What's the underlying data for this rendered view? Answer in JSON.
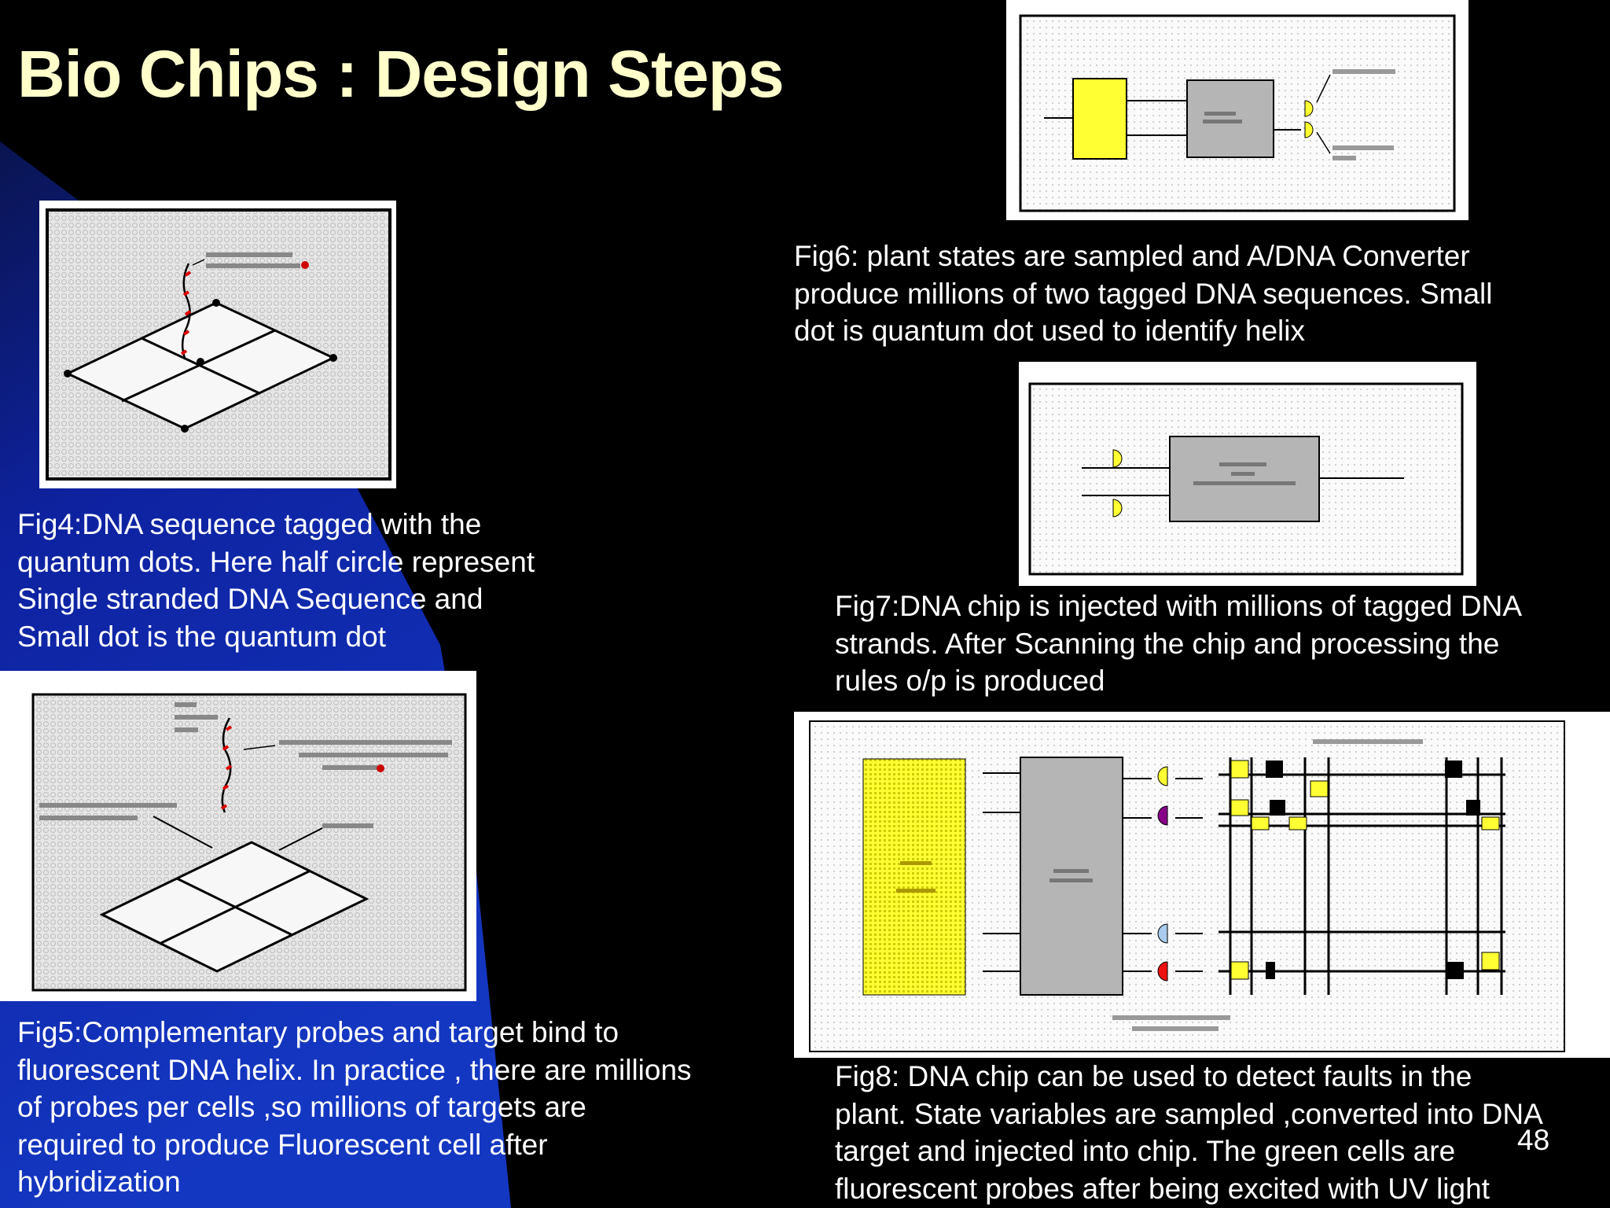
{
  "slide": {
    "title": "Bio Chips : Design Steps",
    "page_number": "48"
  },
  "figures": {
    "fig4": {
      "caption": [
        "Fig4:DNA sequence tagged with the",
        "quantum dots. Here half circle represent",
        "Single stranded DNA Sequence and",
        "Small dot is the quantum dot"
      ]
    },
    "fig5": {
      "caption": [
        "Fig5:Complementary probes and target bind to",
        "fluorescent DNA helix. In practice , there are millions",
        "of probes per cells ,so millions of targets are",
        "required to produce Fluorescent cell after",
        "hybridization"
      ]
    },
    "fig6": {
      "caption": [
        "Fig6: plant states are sampled and A/DNA Converter",
        "produce millions of two  tagged DNA sequences. Small",
        "dot is quantum dot used to identify helix"
      ]
    },
    "fig7": {
      "caption": [
        "Fig7:DNA chip is injected with millions of  tagged DNA",
        "strands. After Scanning the chip and processing the",
        "rules o/p is produced"
      ]
    },
    "fig8": {
      "caption": [
        "Fig8: DNA chip can be used to detect faults in the",
        "plant. State variables are sampled ,converted into DNA",
        "target and injected into chip. The green cells are",
        "fluorescent probes  after being excited with UV light"
      ]
    }
  },
  "colors": {
    "background": "#000000",
    "blue_gradient_start": "#1f3db8",
    "blue_gradient_end": "#0a1a6e",
    "title": "#ffffcc",
    "caption": "#ffffff",
    "chip_yellow": "#ffff33",
    "converter_gray": "#b5b5b5"
  }
}
